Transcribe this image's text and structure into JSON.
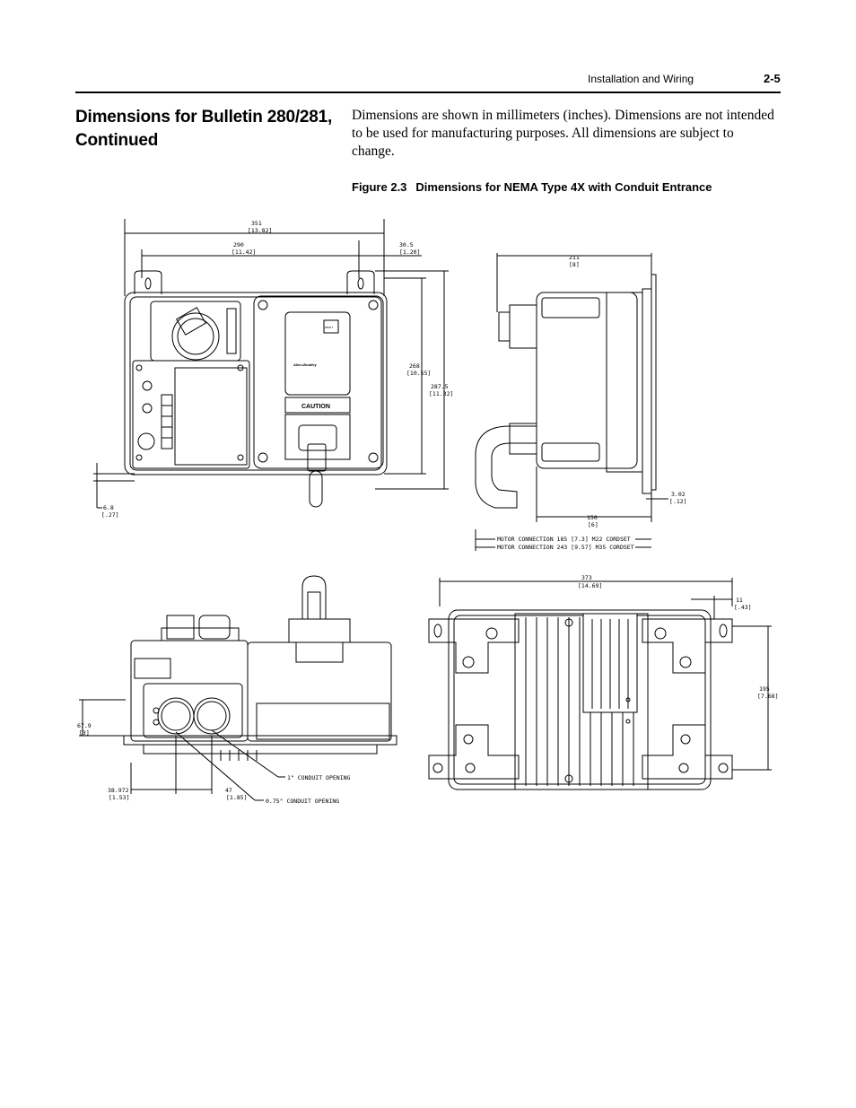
{
  "header": {
    "section": "Installation and Wiring",
    "page_number": "2-5"
  },
  "title": "Dimensions for Bulletin 280/281, Continued",
  "intro": "Dimensions are shown in millimeters (inches). Dimensions are not intended to be used for manufacturing purposes. All dimensions are subject to change.",
  "figure": {
    "number": "Figure 2.3",
    "caption": "Dimensions for NEMA Type 4X with Conduit Entrance"
  },
  "labels": {
    "brand": "Allen-Bradley",
    "caution": "CAUTION",
    "reset": "RESET"
  },
  "front_view": {
    "width_overall": "351",
    "width_overall_in": "[13.82]",
    "width_holes": "290",
    "width_holes_in": "[11.42]",
    "offset_right": "30.5",
    "offset_right_in": "[1.20]",
    "height_holes": "268",
    "height_holes_in": "[10.55]",
    "height_overall": "287.5",
    "height_overall_in": "[11.32]",
    "offset_bottom": "6.8",
    "offset_bottom_in": "[.27]"
  },
  "side_view": {
    "depth_top": "211",
    "depth_top_in": "[8]",
    "depth_bottom": "150",
    "depth_bottom_in": "[6]",
    "plate": "3.02",
    "plate_in": "[.12]",
    "motor_m22": "MOTOR CONNECTION 185 [7.3] M22 CORDSET",
    "motor_m35": "MOTOR CONNECTION 243 [9.57] M35 CORDSET"
  },
  "bottom_view": {
    "height": "67.9",
    "height_in": "[3]",
    "offset": "38.972",
    "offset_in": "[1.53]",
    "spacing": "47",
    "spacing_in": "[1.85]",
    "conduit_1": "1\" CONDUIT OPENING",
    "conduit_075": "0.75\" CONDUIT OPENING"
  },
  "rear_view": {
    "width": "373",
    "width_in": "[14.69]",
    "tab": "11",
    "tab_in": "[.43]",
    "height": "195",
    "height_in": "[7.68]"
  }
}
